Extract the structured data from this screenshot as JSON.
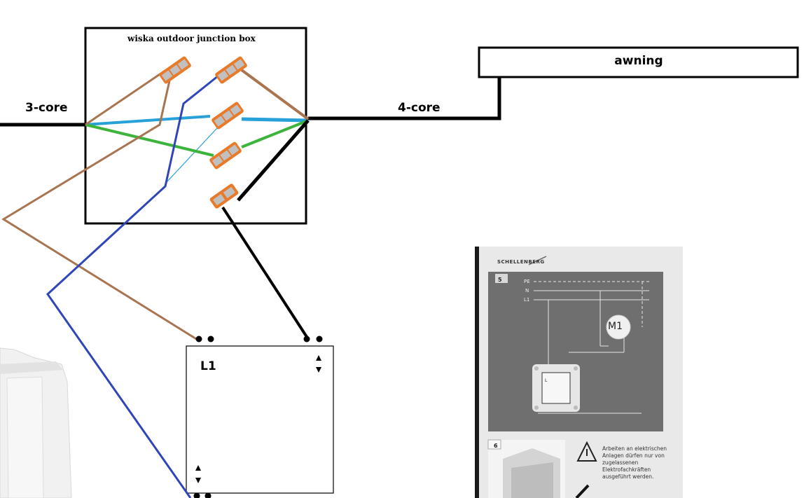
{
  "labels": {
    "box_title": "wiska outdoor junction box",
    "left_cable": "3-core",
    "right_cable": "4-core",
    "awning": "awning",
    "switch": "L1"
  },
  "photo": {
    "brand": "SCHELLENBERG",
    "step5": "5",
    "step6": "6",
    "pe": "PE",
    "n": "N",
    "l1": "L1",
    "motor": "M1",
    "switch_l": "L",
    "warning": "Arbeiten an elektrischen Anlagen dürfen nur von zugelassenen Elektrofachkräften ausgeführt werden."
  },
  "colors": {
    "brown": "#a87550",
    "blue": "#3046b8",
    "light_blue": "#28a0d8",
    "green": "#3cb43c",
    "black": "#000000",
    "connector": "#e87a2a"
  }
}
